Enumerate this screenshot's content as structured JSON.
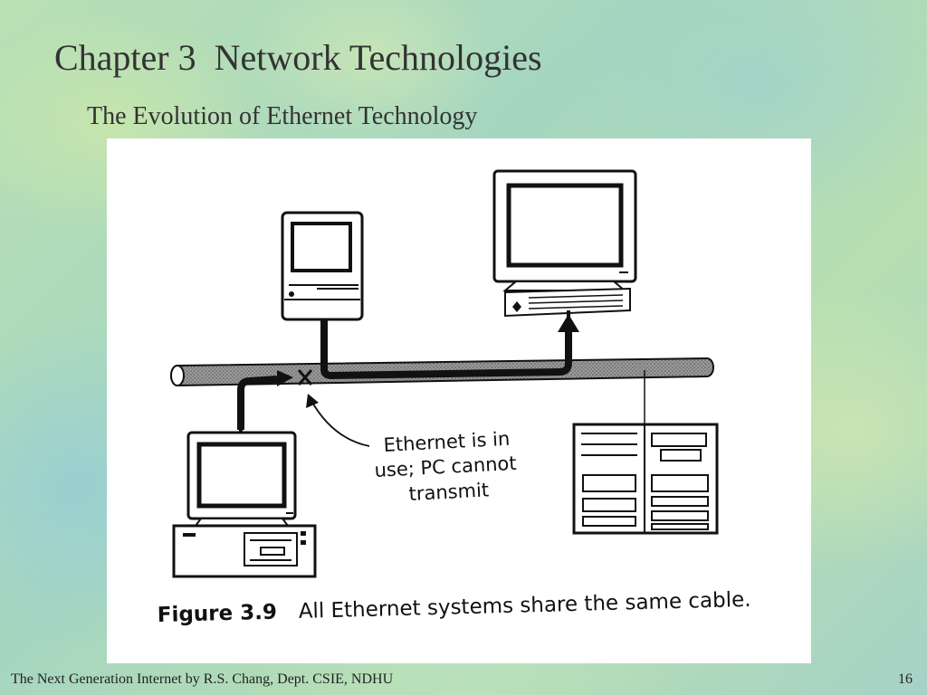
{
  "slide": {
    "title": "Chapter 3  Network Technologies",
    "subtitle": "The Evolution of Ethernet Technology"
  },
  "figure": {
    "annotation_lines": [
      "Ethernet is in",
      "use; PC cannot",
      "transmit"
    ],
    "caption_number": "Figure 3.9",
    "caption_text": "All Ethernet systems share the same cable."
  },
  "footer": {
    "text": "The Next Generation Internet by R.S. Chang, Dept. CSIE, NDHU",
    "page_number": "16"
  }
}
